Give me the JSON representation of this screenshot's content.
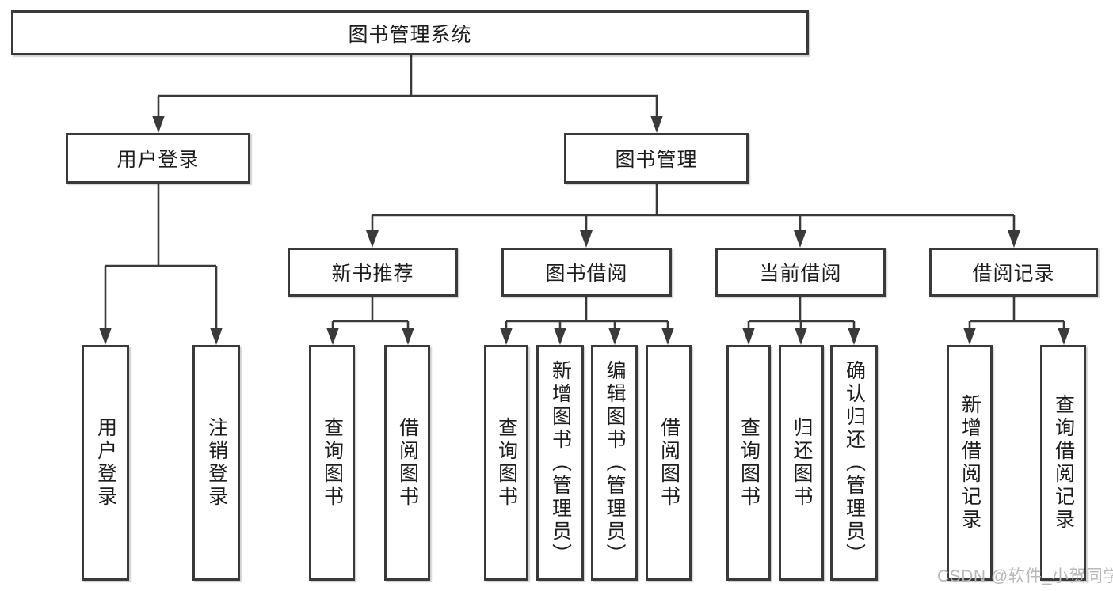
{
  "diagram_title": "图书管理系统",
  "tree": {
    "root": "图书管理系统",
    "level2": [
      "用户登录",
      "图书管理"
    ],
    "level3": [
      "新书推荐",
      "图书借阅",
      "当前借阅",
      "借阅记录"
    ],
    "leaves": {
      "user_login": [
        "用户登录",
        "注销登录"
      ],
      "new_book": [
        "查询图书",
        "借阅图书"
      ],
      "book_borrow": [
        "查询图书",
        "新增图书（管理员）",
        "编辑图书（管理员）",
        "借阅图书"
      ],
      "current_borrow": [
        "查询图书",
        "归还图书",
        "确认归还（管理员）"
      ],
      "borrow_record": [
        "新增借阅记录",
        "查询借阅记录"
      ]
    }
  },
  "watermark": "CSDN @软件_小贺同学",
  "colors": {
    "line": "#3a3a3a",
    "text": "#1d1d1d",
    "watermark": "#b8b8b8",
    "background": "#ffffff"
  }
}
